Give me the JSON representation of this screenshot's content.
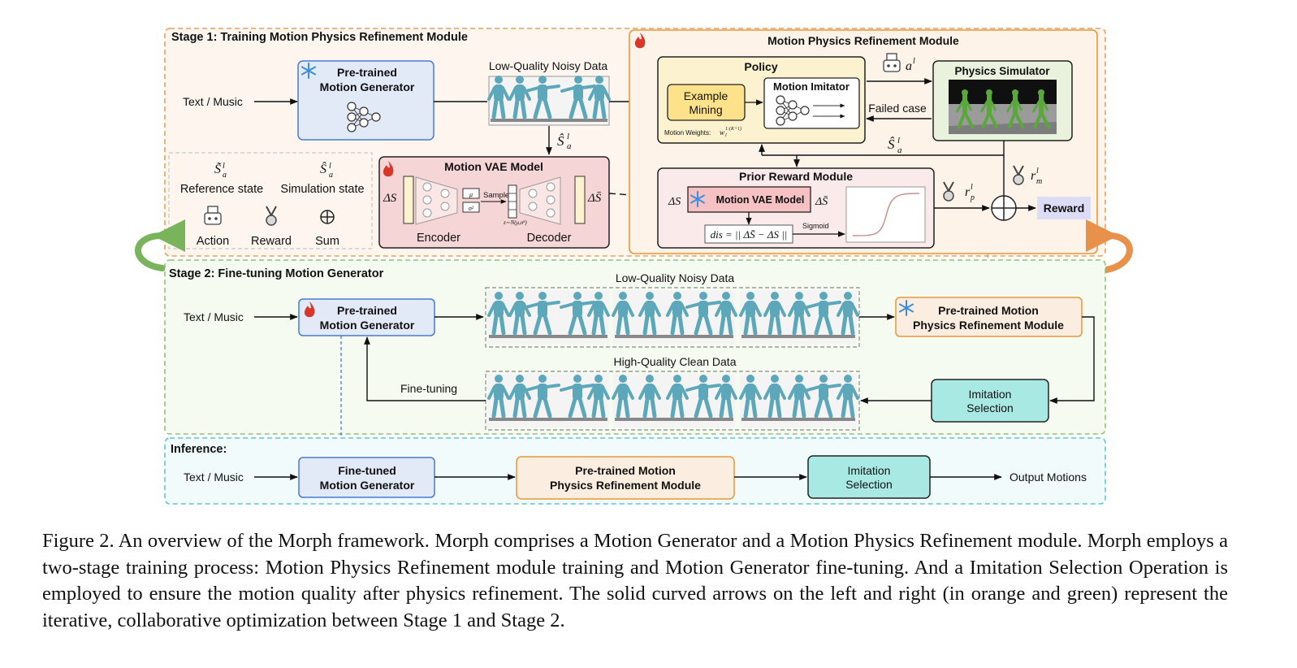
{
  "stage1": {
    "title": "Stage 1: Training Motion Physics Refinement Module",
    "input": "Text / Music",
    "generator": [
      "Pre-trained",
      "Motion Generator"
    ],
    "noisy_label": "Low-Quality Noisy Data",
    "state_label": "Ŝ",
    "vae": {
      "title": "Motion VAE Model",
      "encoder": "Encoder",
      "decoder": "Decoder",
      "sample": "Sample",
      "mu": "μ",
      "sigma": "σ²",
      "z": "z∼N(μ,σ²)",
      "delta_s": "ΔS",
      "delta_s_bar": "ΔS̄"
    }
  },
  "mprm": {
    "title": "Motion Physics Refinement Module",
    "policy": "Policy",
    "example_mining": [
      "Example",
      "Mining"
    ],
    "motion_imitator": "Motion Imitator",
    "motion_weights": "Motion Weights:",
    "action": "a",
    "physics_simulator": "Physics Simulator",
    "failed_case": "Failed case",
    "prior_reward": "Prior Reward Module",
    "prior_vae": "Motion VAE Model",
    "dis_formula": "dis = || ΔS̄ − ΔS ||",
    "sigmoid": "Sigmoid",
    "r_p": "r",
    "r_m": "r",
    "reward": "Reward"
  },
  "legend": {
    "reference_state": "Reference state",
    "simulation_state": "Simulation state",
    "action": "Action",
    "reward": "Reward",
    "sum": "Sum"
  },
  "stage2": {
    "title": "Stage 2: Fine-tuning Motion Generator",
    "input": "Text / Music",
    "generator": [
      "Pre-trained",
      "Motion Generator"
    ],
    "noisy_label": "Low-Quality Noisy Data",
    "refine": [
      "Pre-trained Motion",
      "Physics Refinement Module"
    ],
    "clean_label": "High-Quality Clean Data",
    "imitation": [
      "Imitation",
      "Selection"
    ],
    "finetune": "Fine-tuning"
  },
  "inference": {
    "title": "Inference:",
    "input": "Text / Music",
    "generator": [
      "Fine-tuned",
      "Motion Generator"
    ],
    "refine": [
      "Pre-trained Motion",
      "Physics Refinement Module"
    ],
    "imitation": [
      "Imitation",
      "Selection"
    ],
    "output": "Output Motions"
  },
  "caption": "Figure 2. An overview of the Morph framework. Morph comprises a Motion Generator and a Motion Physics Refinement module. Morph employs a two-stage training process: Motion Physics Refinement module training and Motion Generator fine-tuning. And a Imitation Selection Operation is employed to ensure the motion quality after physics refinement. The solid curved arrows on the left and right (in orange and green) represent the iterative, collaborative optimization between Stage 1 and Stage 2.",
  "colors": {
    "stage1_border": "#e8a15b",
    "stage1_fill": "#fdf5ee",
    "stage2_border": "#8fc27a",
    "stage2_fill": "#f6fbf1",
    "inference_border": "#5fc7cf",
    "inference_fill": "#f1fbfc",
    "generator_fill": "#e2e9f7",
    "generator_border": "#4a7bd0",
    "vae_fill": "#f5d5d6",
    "vae_border": "#222222",
    "policy_fill": "#fdf2cf",
    "mining_fill": "#fde28b",
    "sim_fill": "#e8f2dd",
    "imitation_fill": "#a9e9e4",
    "refine_fill": "#fbeee0",
    "refine_border": "#e8983c",
    "reward_fill": "#dcdcf7",
    "figure_color": "#5ca8ba"
  }
}
